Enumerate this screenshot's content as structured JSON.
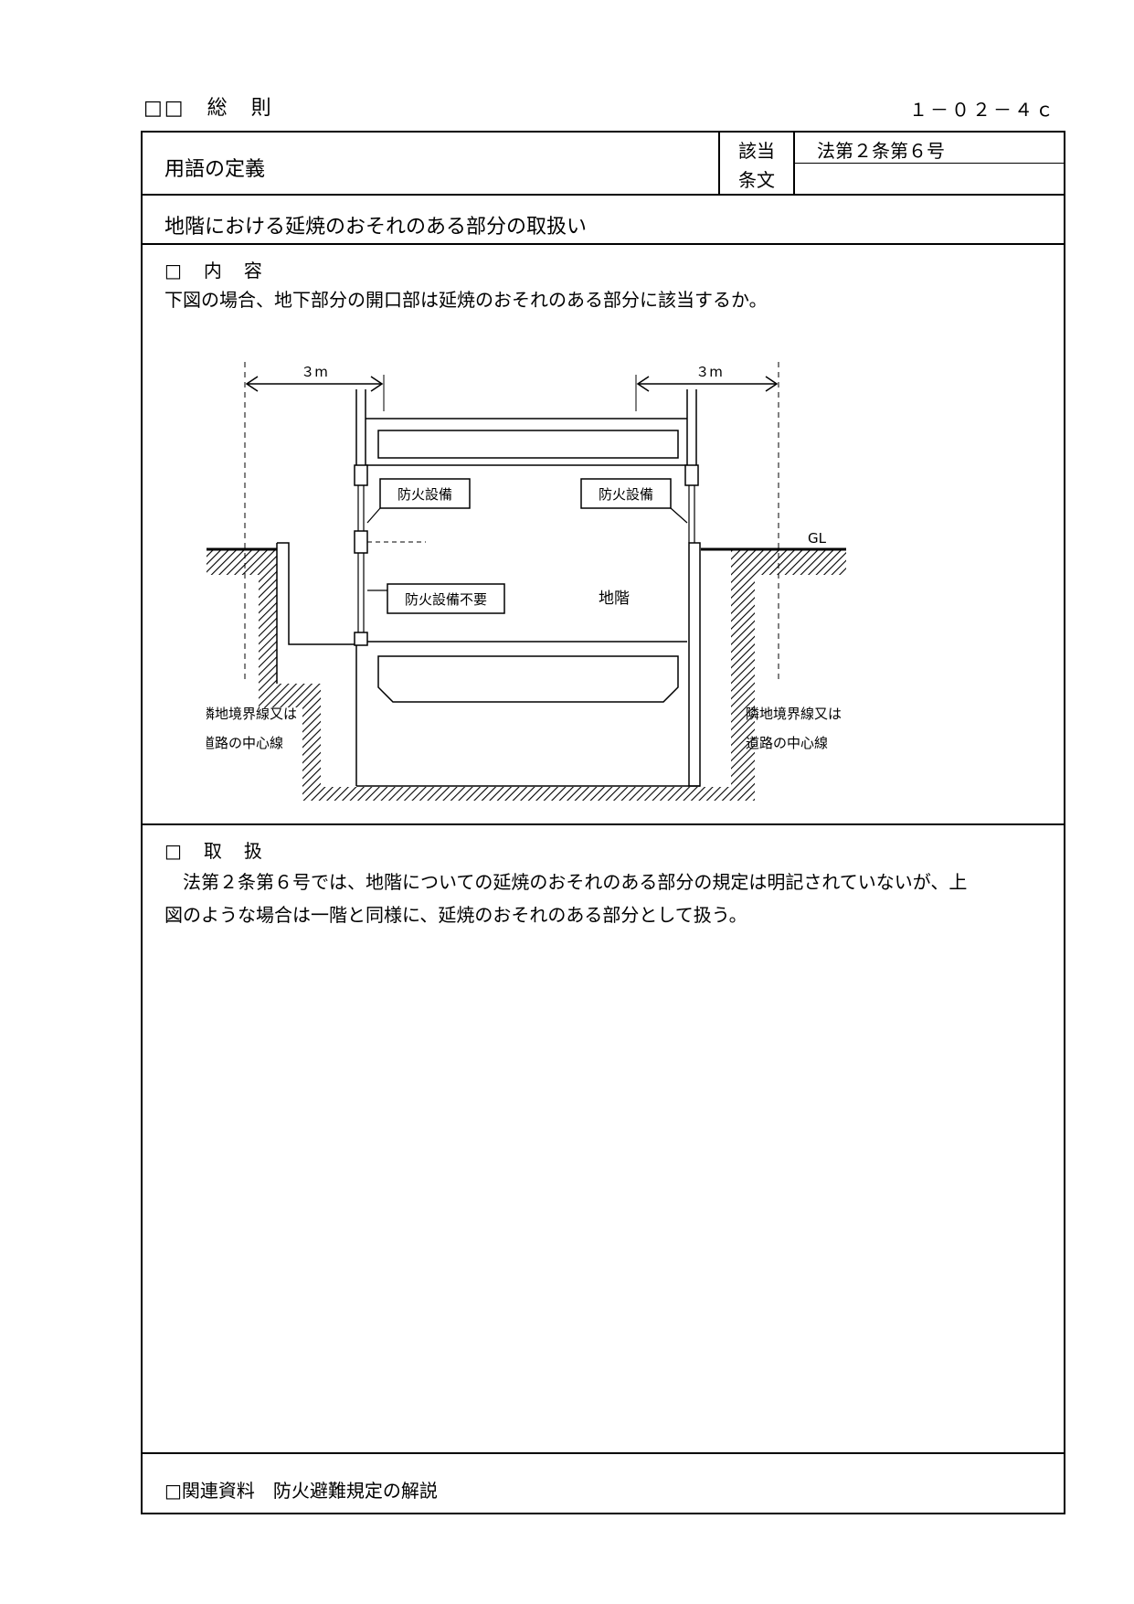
{
  "header": {
    "chapter": "□□　総　則",
    "code": "１－０２－４ｃ"
  },
  "table": {
    "category": "用語の定義",
    "article_label_line1": "該当",
    "article_label_line2": "条文",
    "article_value": "法第２条第６号",
    "subject": "地階における延焼のおそれのある部分の取扱い"
  },
  "content": {
    "heading": "□　内　容",
    "question": "下図の場合、地下部分の開口部は延焼のおそれのある部分に該当するか。"
  },
  "diagram": {
    "dim_left": "３m",
    "dim_right": "３m",
    "label_fire_left": "防火設備",
    "label_fire_right": "防火設備",
    "label_not_required": "防火設備不要",
    "label_basement": "地階",
    "label_gl": "GL",
    "boundary_left_line1": "隣地境界線又は",
    "boundary_left_line2": "道路の中心線",
    "boundary_right_line1": "隣地境界線又は",
    "boundary_right_line2": "道路の中心線"
  },
  "handling": {
    "heading": "□　取　扱",
    "line1": "　法第２条第６号では、地階についての延焼のおそれのある部分の規定は明記されていないが、上",
    "line2": "図のような場合は一階と同様に、延焼のおそれのある部分として扱う。"
  },
  "footer": {
    "related": "□関連資料　防火避難規定の解説"
  }
}
